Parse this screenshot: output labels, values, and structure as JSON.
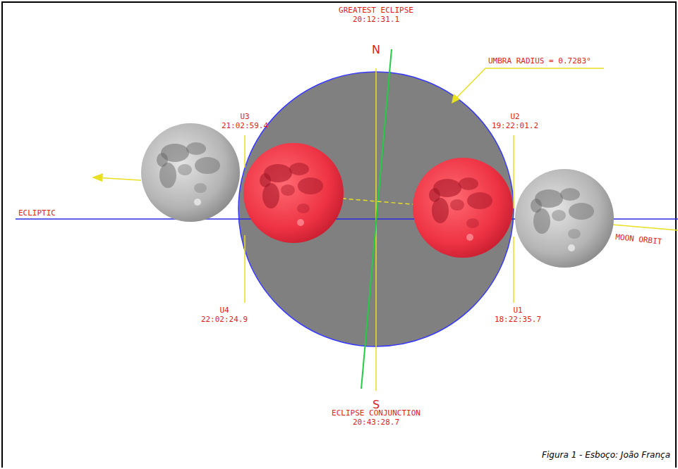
{
  "diagram": {
    "caption": "Figura 1 - Esboço: João França",
    "labels": [
      "GREATEST ECLIPSE",
      "20:12:31.1",
      "N",
      "UMBRA RADIUS = 0.7283°",
      "U3",
      "21:02:59.4",
      "U2",
      "19:22:01.2",
      "ECLIPTIC",
      "MOON ORBIT",
      "U4",
      "22:02:24.9",
      "U1",
      "18:22:35.7",
      "S",
      "ECLIPSE CONJUNCTION",
      "20:43:28.7"
    ]
  }
}
